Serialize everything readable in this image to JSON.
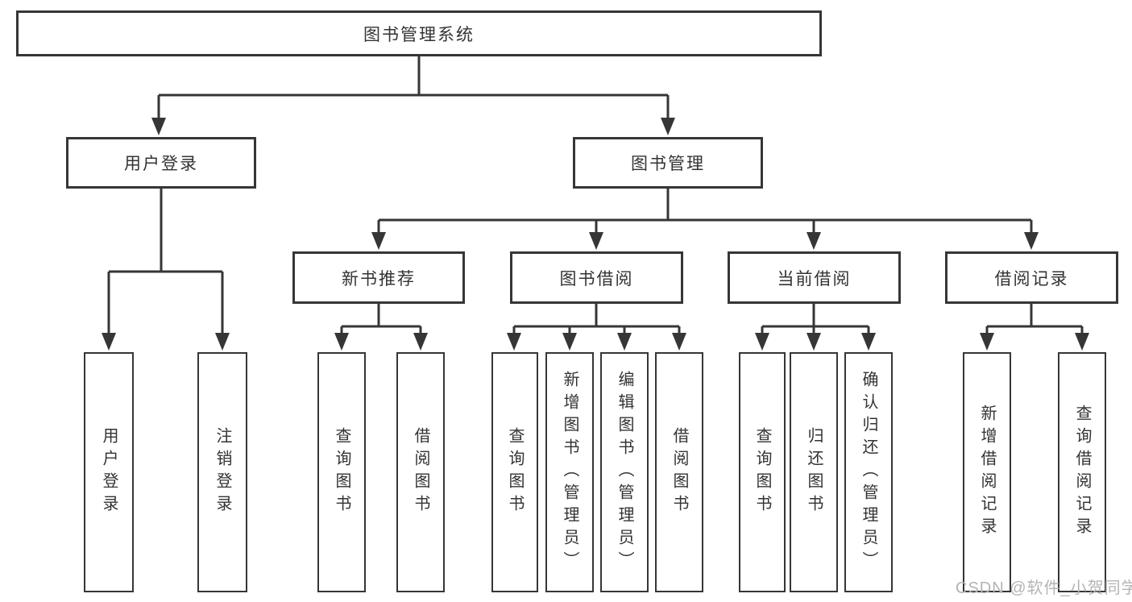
{
  "diagram_title": "图书管理系统",
  "tree": {
    "root": {
      "label": "图书管理系统"
    },
    "branches": [
      {
        "label": "用户登录",
        "leaves": [
          "用户登录",
          "注销登录"
        ]
      },
      {
        "label": "图书管理",
        "sections": [
          {
            "label": "新书推荐",
            "leaves": [
              "查询图书",
              "借阅图书"
            ]
          },
          {
            "label": "图书借阅",
            "leaves": [
              "查询图书",
              "新增图书（管理员）",
              "编辑图书（管理员）",
              "借阅图书"
            ]
          },
          {
            "label": "当前借阅",
            "leaves": [
              "查询图书",
              "归还图书",
              "确认归还（管理员）"
            ]
          },
          {
            "label": "借阅记录",
            "leaves": [
              "新增借阅记录",
              "查询借阅记录"
            ]
          }
        ]
      }
    ]
  },
  "watermark": {
    "text": "CSDN @软件_小贺同学"
  },
  "colors": {
    "line": "#363636",
    "box_border": "#363636",
    "box_fill": "#ffffff",
    "text": "#333333",
    "watermark": "#b4b4b4",
    "background": "#ffffff"
  }
}
